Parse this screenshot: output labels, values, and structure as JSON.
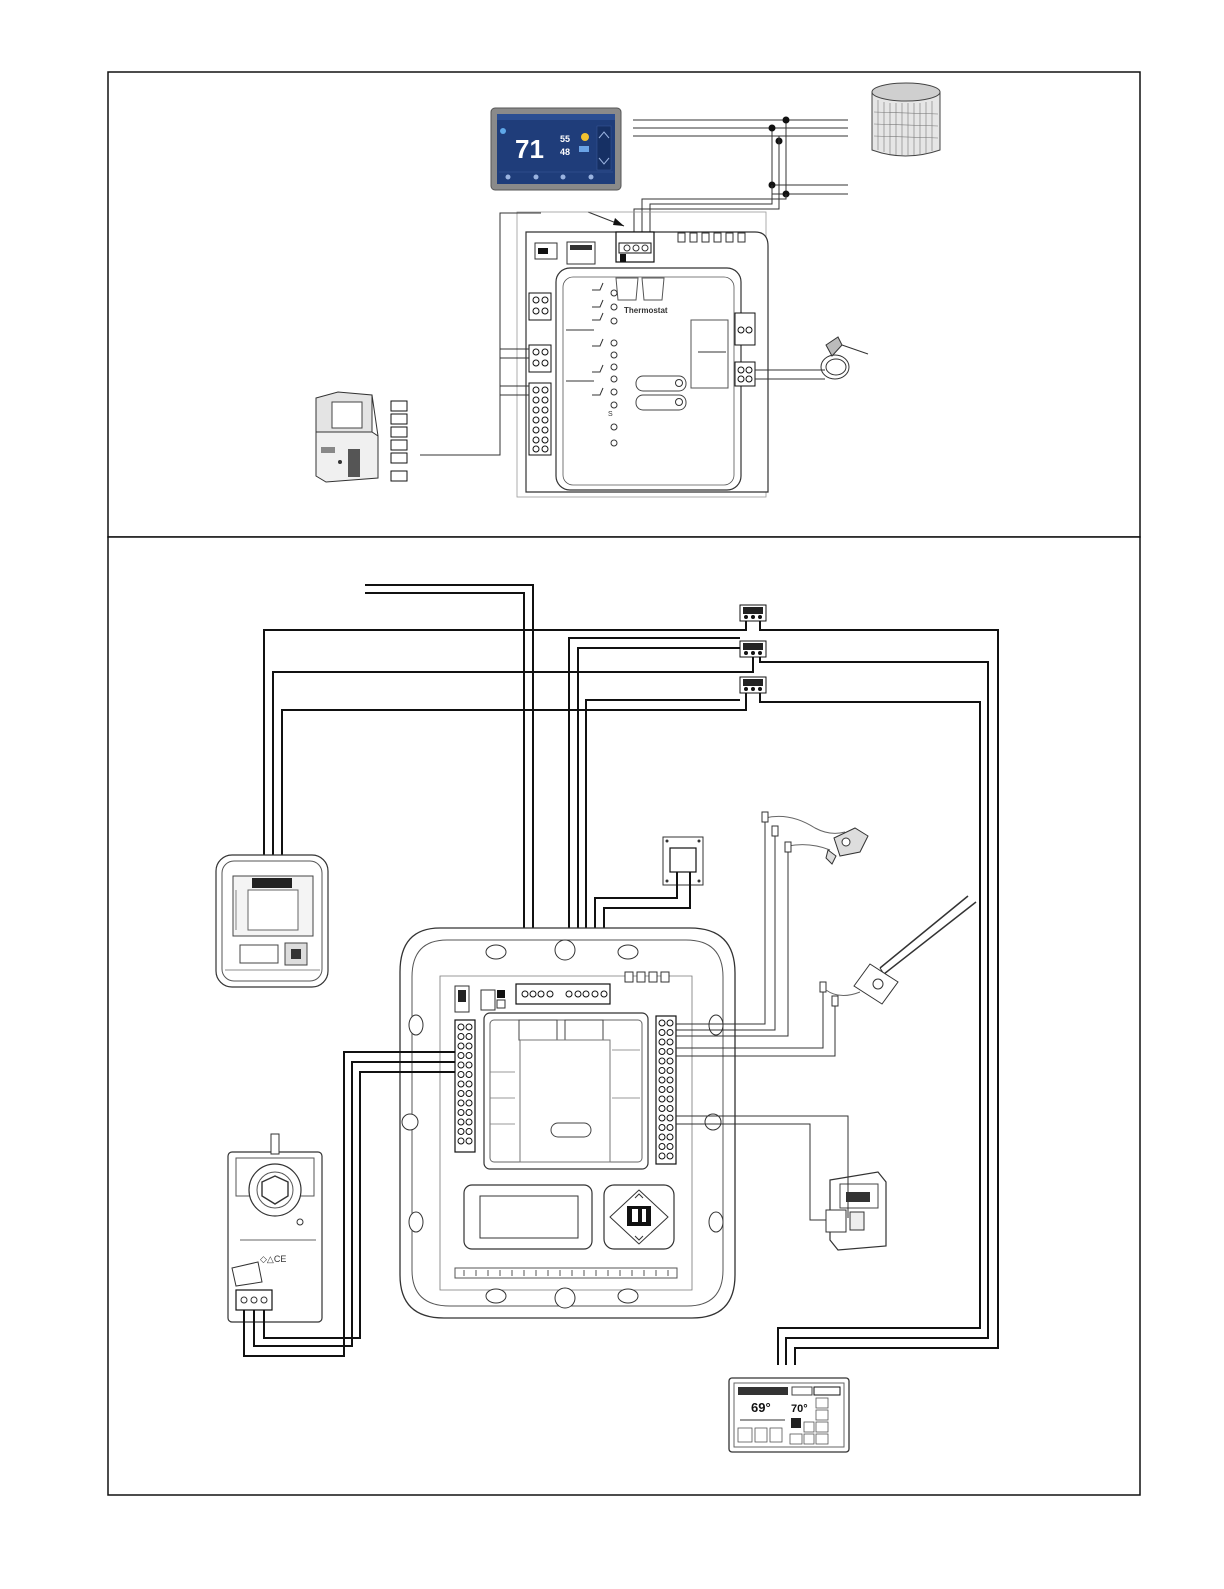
{
  "thermostat_display": {
    "temperature": "71",
    "outdoor_high": "55",
    "outdoor_low": "48"
  },
  "control_panel": {
    "brand_label": "Thermostat"
  },
  "wireless_stat": {
    "temperature": "69°",
    "setpoint": "70°"
  },
  "colors": {
    "line": "#111111",
    "screen_bg": "#1f3d7a",
    "bezel": "#8a8a8a"
  },
  "icons": [
    "condenser-unit-icon",
    "air-handler-icon",
    "temp-sensor-icon",
    "damper-actuator-icon",
    "humidifier-icon",
    "duct-sensor-icon",
    "outdoor-sensor-icon",
    "wireless-thermostat-icon"
  ]
}
